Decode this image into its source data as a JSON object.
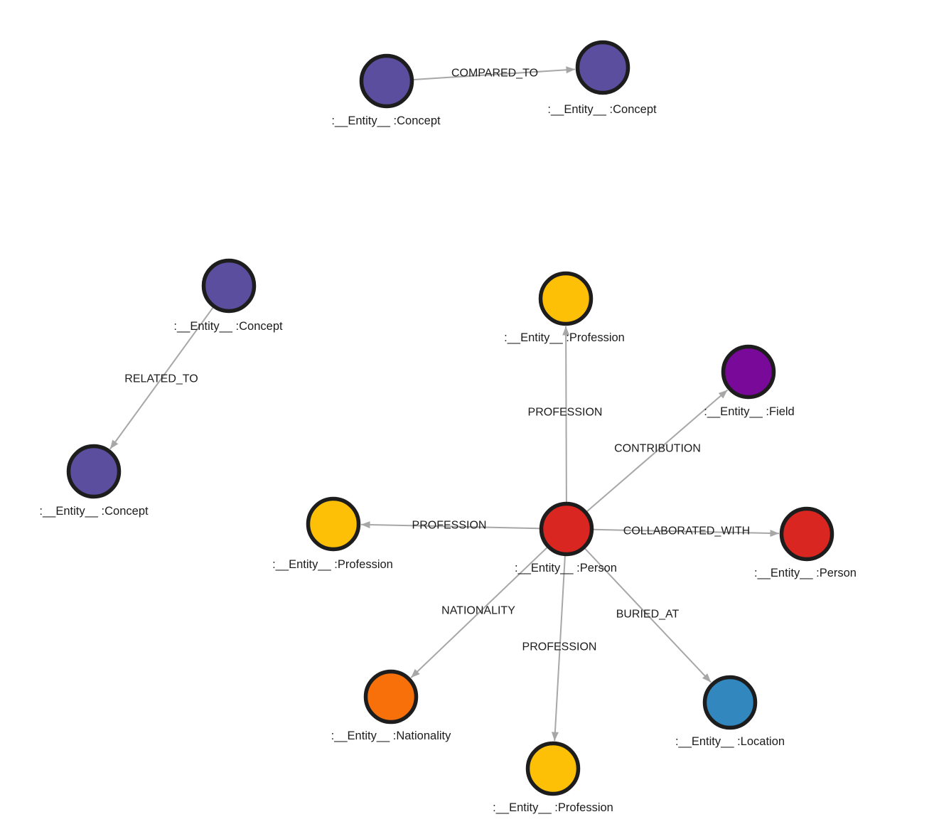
{
  "canvas": {
    "background": "#FFFFFF"
  },
  "style": {
    "node_border_color": "#1D1D1D",
    "edge_color": "#A7A7A7",
    "label_color": "#1C1C1C",
    "concept_color": "#5C4E9E",
    "person_color": "#DA2620",
    "profession_color": "#FDC006",
    "field_color": "#790999",
    "nationality_color": "#F77009",
    "location_color": "#3187BE"
  },
  "nodes": [
    {
      "id": "concept-top-left",
      "label": ":__Entity__ :Concept",
      "color": "#5C4E9E"
    },
    {
      "id": "concept-top-right",
      "label": ":__Entity__ :Concept",
      "color": "#5C4E9E"
    },
    {
      "id": "concept-mid-left",
      "label": ":__Entity__ :Concept",
      "color": "#5C4E9E"
    },
    {
      "id": "concept-lower-left",
      "label": ":__Entity__ :Concept",
      "color": "#5C4E9E"
    },
    {
      "id": "person-center",
      "label": ":__Entity__ :Person",
      "color": "#DA2620"
    },
    {
      "id": "profession-top",
      "label": ":__Entity__ :Profession",
      "color": "#FDC006"
    },
    {
      "id": "field",
      "label": ":__Entity__ :Field",
      "color": "#790999"
    },
    {
      "id": "profession-left",
      "label": ":__Entity__ :Profession",
      "color": "#FDC006"
    },
    {
      "id": "person-right",
      "label": ":__Entity__ :Person",
      "color": "#DA2620"
    },
    {
      "id": "nationality",
      "label": ":__Entity__ :Nationality",
      "color": "#F77009"
    },
    {
      "id": "profession-bottom",
      "label": ":__Entity__ :Profession",
      "color": "#FDC006"
    },
    {
      "id": "location",
      "label": ":__Entity__ :Location",
      "color": "#3187BE"
    }
  ],
  "edges": [
    {
      "label": "COMPARED_TO",
      "from": "concept-top-left",
      "to": "concept-top-right"
    },
    {
      "label": "RELATED_TO",
      "from": "concept-mid-left",
      "to": "concept-lower-left"
    },
    {
      "label": "PROFESSION",
      "from": "person-center",
      "to": "profession-top"
    },
    {
      "label": "CONTRIBUTION",
      "from": "person-center",
      "to": "field"
    },
    {
      "label": "PROFESSION",
      "from": "person-center",
      "to": "profession-left"
    },
    {
      "label": "COLLABORATED_WITH",
      "from": "person-center",
      "to": "person-right"
    },
    {
      "label": "NATIONALITY",
      "from": "person-center",
      "to": "nationality"
    },
    {
      "label": "PROFESSION",
      "from": "person-center",
      "to": "profession-bottom"
    },
    {
      "label": "BURIED_AT",
      "from": "person-center",
      "to": "location"
    }
  ]
}
